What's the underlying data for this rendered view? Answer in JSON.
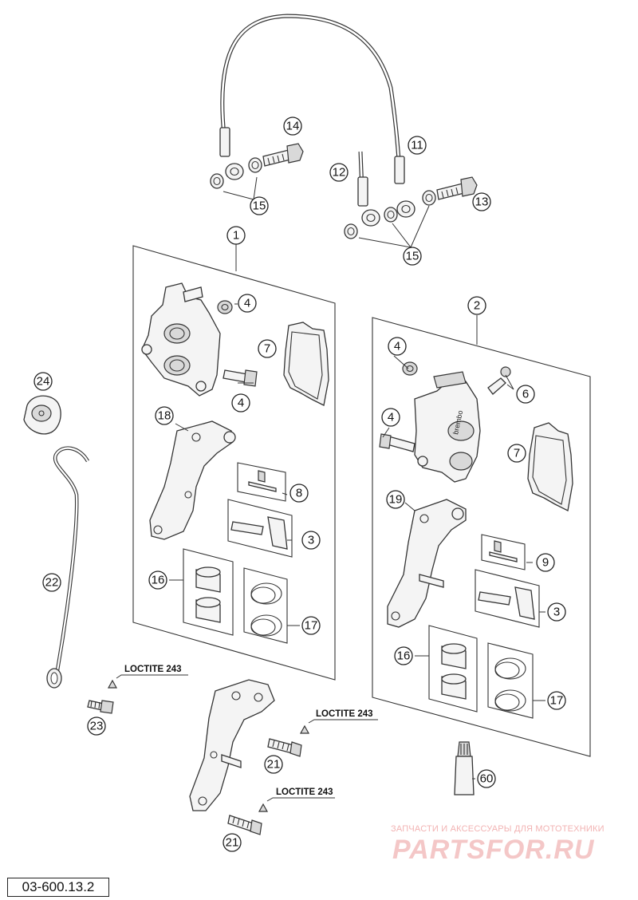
{
  "diagram": {
    "drawing_code": "03-600.13.2",
    "loctite_label": "LOCTITE 243",
    "caliper_brand": "brembo",
    "watermark": {
      "caption": "ЗАПЧАСТИ И АКСЕССУАРЫ ДЛЯ МОТОТЕХНИКИ",
      "logo": "PARTSFOR.RU"
    },
    "callouts": {
      "c1": "1",
      "c2": "2",
      "c3a": "3",
      "c3b": "3",
      "c4a": "4",
      "c4b": "4",
      "c4c": "4",
      "c4d": "4",
      "c6": "6",
      "c7a": "7",
      "c7b": "7",
      "c8": "8",
      "c9": "9",
      "c11": "11",
      "c12": "12",
      "c13": "13",
      "c14": "14",
      "c15a": "15",
      "c15b": "15",
      "c16a": "16",
      "c16b": "16",
      "c17a": "17",
      "c17b": "17",
      "c18": "18",
      "c19": "19",
      "c21a": "21",
      "c21b": "21",
      "c22": "22",
      "c23": "23",
      "c24": "24",
      "c60": "60"
    }
  }
}
